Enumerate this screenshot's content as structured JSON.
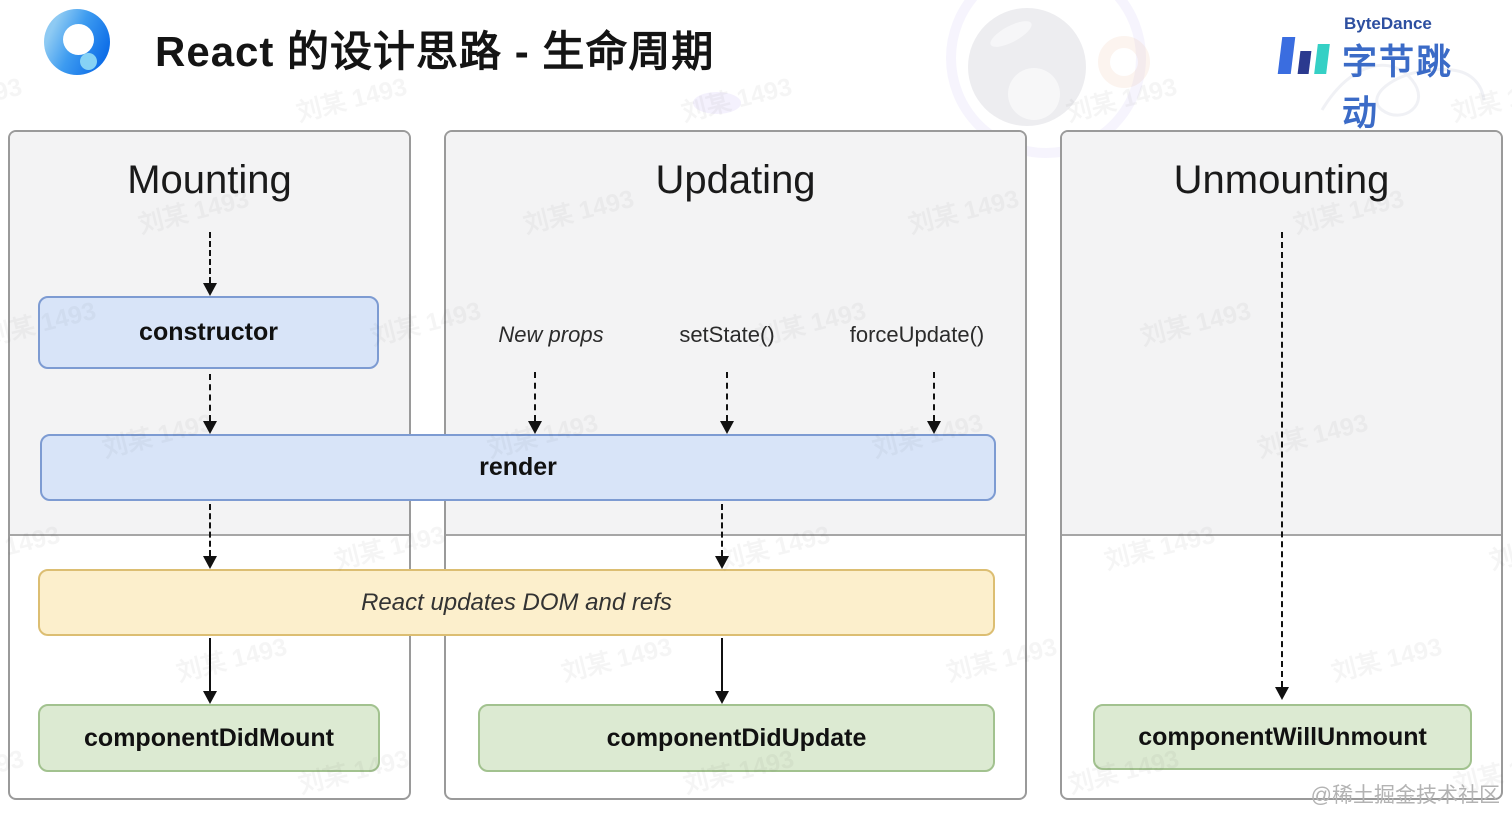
{
  "slide": {
    "title": "React 的设计思路 - 生命周期",
    "credit": "@稀土掘金技术社区",
    "watermark": "刘某 1493"
  },
  "brand": {
    "name_en": "ByteDance",
    "name_zh": "字节跳动"
  },
  "panels": [
    {
      "title": "Mounting"
    },
    {
      "title": "Updating"
    },
    {
      "title": "Unmounting"
    }
  ],
  "triggers": {
    "new_props": "New props",
    "set_state": "setState()",
    "force_update": "forceUpdate()"
  },
  "boxes": {
    "constructor": "constructor",
    "render": "render",
    "dom_refs": "React updates DOM and refs",
    "did_mount": "componentDidMount",
    "did_update": "componentDidUpdate",
    "will_unmount": "componentWillUnmount"
  },
  "colors": {
    "lifecycle_blue_fill": "#d8e4f8",
    "lifecycle_blue_border": "#7d9bd2",
    "commit_yellow_fill": "#fcefcc",
    "commit_yellow_border": "#dcbe72",
    "lifecycle_green_fill": "#dcead2",
    "lifecycle_green_border": "#a2c28f",
    "panel_fill": "#f3f3f4",
    "panel_border": "#9a9a9a",
    "brand_blue_en": "#2d4fa0",
    "brand_blue_zh": "#3b6bc7",
    "brand_bar_blue": "#3a6de0",
    "brand_bar_navy": "#2b3a8f",
    "brand_bar_teal": "#35d0c5"
  }
}
